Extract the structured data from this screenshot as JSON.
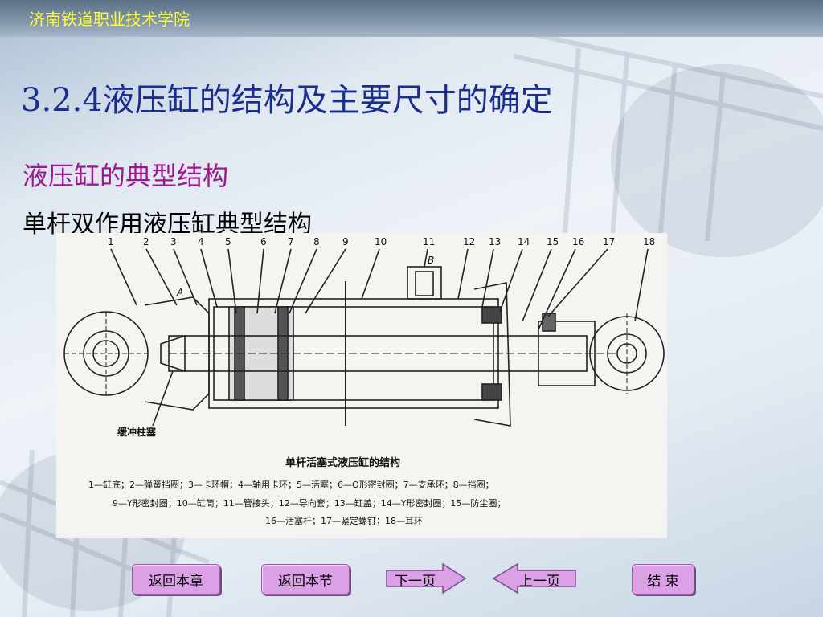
{
  "header": {
    "school_name": "济南铁道职业技术学院"
  },
  "slide": {
    "title": "3.2.4液压缸的结构及主要尺寸的确定",
    "section": "液压缸的典型结构",
    "subsection": "单杆双作用液压缸典型结构"
  },
  "figure": {
    "part_numbers": [
      "1",
      "2",
      "3",
      "4",
      "5",
      "6",
      "7",
      "8",
      "9",
      "10",
      "11",
      "12",
      "13",
      "14",
      "15",
      "16",
      "17",
      "18"
    ],
    "marker_a": "A",
    "marker_b": "B",
    "cushion_label": "缓冲柱塞",
    "caption": "单杆活塞式液压缸的结构",
    "legend_lines": [
      "1—缸底；2—弹簧挡圈；3—卡环帽；4—轴用卡环；5—活塞；6—O形密封圈；7—支承环；8—挡圈；",
      "9—Y形密封圈；10—缸筒；11—管接头；12—导向套；13—缸盖；14—Y形密封圈；15—防尘圈；",
      "16—活塞杆；17—紧定螺钉；18—耳环"
    ]
  },
  "navigation": {
    "back_chapter": "返回本章",
    "back_section": "返回本节",
    "next_page": "下一页",
    "prev_page": "上一页",
    "end": "结 束"
  }
}
